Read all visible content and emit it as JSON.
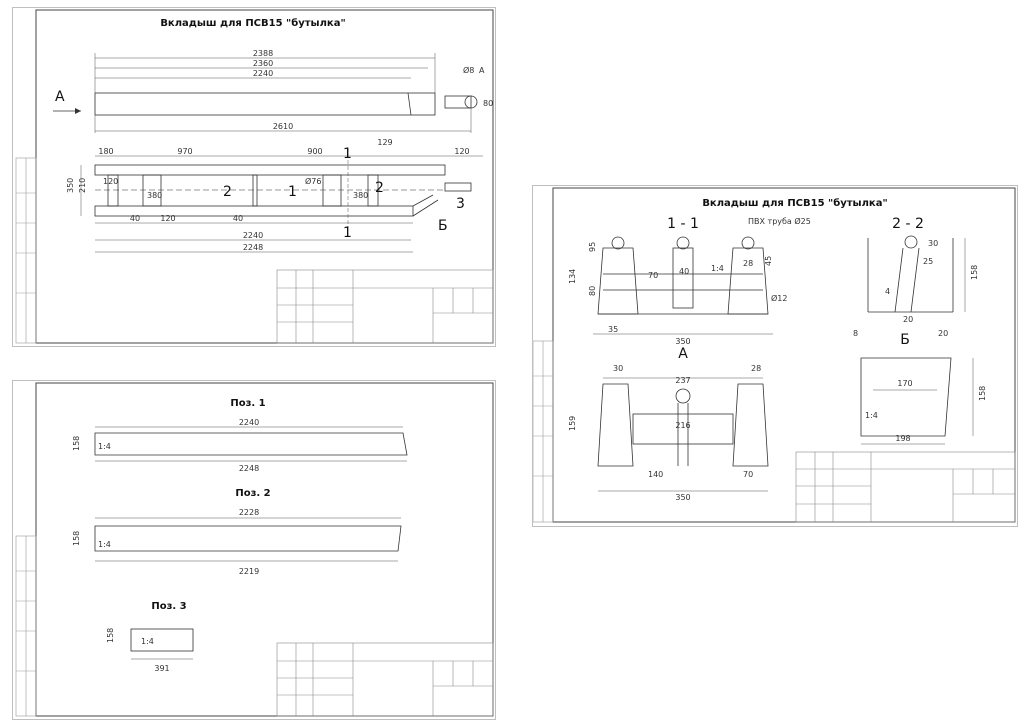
{
  "sheet1": {
    "title": "Вкладыш для ПСВ15 \"бутылка\"",
    "view_letter": "А",
    "letter_b": "Б",
    "top_dims": [
      "2388",
      "2360",
      "2240",
      "2610"
    ],
    "hole_note": "Ø8",
    "hole_letter": "А",
    "side_dim": "80",
    "plan_top_dims": [
      "180",
      "970",
      "900",
      "129",
      "120"
    ],
    "plan_left_dims": [
      "120",
      "350",
      "210"
    ],
    "plan_inner_dims": [
      "380",
      "380",
      "Ø76"
    ],
    "plan_bottom_dims": [
      "40",
      "120",
      "40",
      "2240",
      "2248"
    ],
    "positions": [
      "1",
      "2",
      "3"
    ],
    "section_marks": [
      "1",
      "1",
      "2"
    ]
  },
  "sheet2": {
    "pos1": {
      "label": "Поз. 1",
      "top_dim": "2240",
      "bottom_dim": "2248",
      "height_dim": "158",
      "mark": "1:4"
    },
    "pos2": {
      "label": "Поз. 2",
      "top_dim": "2228",
      "bottom_dim": "2219",
      "height_dim": "158",
      "mark": "1:4"
    },
    "pos3": {
      "label": "Поз. 3",
      "width_dim": "391",
      "height_dim": "158",
      "mark": "1:4"
    }
  },
  "sheet3": {
    "title": "Вкладыш для ПСВ15 \"бутылка\"",
    "section_11": "1 - 1",
    "section_22": "2 - 2",
    "pipe_note": "ПВХ труба Ø25",
    "view_a": "А",
    "view_b": "Б",
    "s11_dims": [
      "134",
      "95",
      "80",
      "70",
      "40",
      "28",
      "45",
      "35",
      "350",
      "Ø12",
      "1:4"
    ],
    "s22_dims": [
      "158",
      "25",
      "4",
      "20",
      "30"
    ],
    "a_dims": [
      "30",
      "237",
      "28",
      "159",
      "216",
      "140",
      "70",
      "350"
    ],
    "b_dims": [
      "8",
      "20",
      "170",
      "158",
      "198",
      "1:4"
    ]
  }
}
